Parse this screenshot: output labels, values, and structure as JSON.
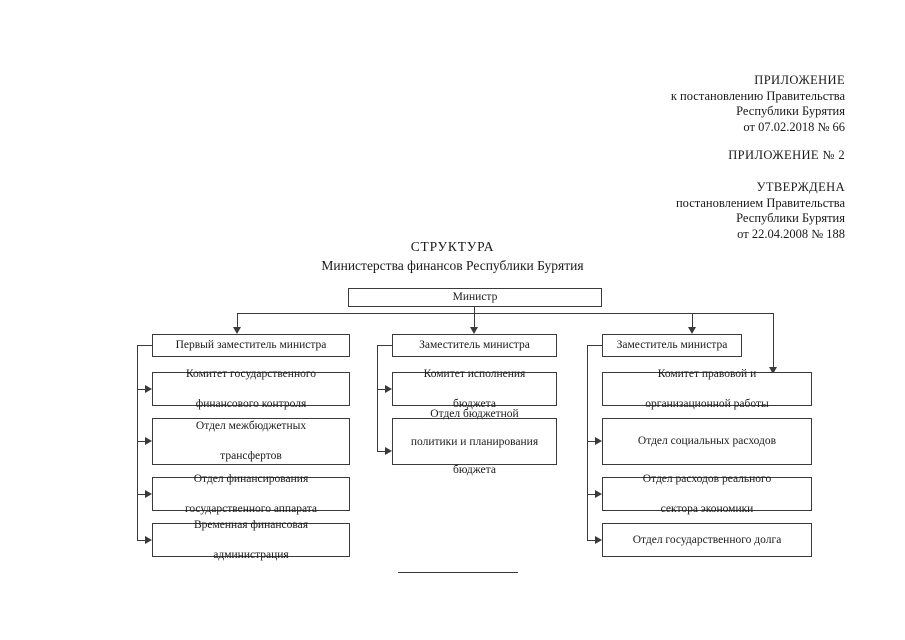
{
  "document": {
    "header_blocks": [
      {
        "name": "appendix-reference",
        "lines": [
          "ПРИЛОЖЕНИЕ",
          "к постановлению Правительства",
          "Республики Бурятия",
          "от 07.02.2018  № 66"
        ]
      },
      {
        "name": "appendix-number",
        "lines": [
          "ПРИЛОЖЕНИЕ № 2"
        ]
      },
      {
        "name": "approval-reference",
        "lines": [
          "УТВЕРЖДЕНА",
          "постановлением Правительства",
          "Республики Бурятия",
          "от 22.04.2008 № 188"
        ]
      }
    ],
    "title": {
      "line1": "СТРУКТУРА",
      "line2": "Министерства финансов Республики Бурятия"
    }
  },
  "chart_data": {
    "type": "diagram",
    "title": "СТРУКТУРА Министерства финансов Республики Бурятия",
    "orientation": "top-down",
    "root": {
      "id": "minister",
      "label": "Министр"
    },
    "columns": [
      {
        "id": "column-1",
        "head": {
          "id": "first-deputy",
          "label": "Первый заместитель министра"
        },
        "children": [
          {
            "id": "committee-state-financial-control",
            "label": "Комитет государственного финансового контроля"
          },
          {
            "id": "department-interbudget-transfers",
            "label": "Отдел межбюджетных трансфертов"
          },
          {
            "id": "department-state-apparatus-financing",
            "label": "Отдел финансирования государственного аппарата"
          },
          {
            "id": "temporary-financial-administration",
            "label": "Временная финансовая администрация"
          }
        ]
      },
      {
        "id": "column-2",
        "head": {
          "id": "deputy-2",
          "label": "Заместитель министра"
        },
        "children": [
          {
            "id": "committee-budget-execution",
            "label": "Комитет исполнения бюджета"
          },
          {
            "id": "department-budget-policy-planning",
            "label": "Отдел бюджетной политики и планирования бюджета"
          }
        ]
      },
      {
        "id": "column-3",
        "head": {
          "id": "deputy-3",
          "label": "Заместитель министра"
        },
        "children": [
          {
            "id": "committee-legal-organizational-work",
            "label": "Комитет правовой и организационной работы"
          },
          {
            "id": "department-social-expenditures",
            "label": "Отдел социальных расходов"
          },
          {
            "id": "department-real-sector-expenditures",
            "label": "Отдел расходов реального сектора экономики"
          },
          {
            "id": "department-state-debt",
            "label": "Отдел государственного долга"
          }
        ]
      }
    ],
    "nodes": {
      "minister": {
        "label": "Министр"
      },
      "first_deputy": {
        "label": "Первый заместитель министра"
      },
      "deputy_2": {
        "label": "Заместитель министра"
      },
      "deputy_3": {
        "label": "Заместитель министра"
      },
      "c1_b1_line1": "Комитет государственного",
      "c1_b1_line2": "финансового контроля",
      "c1_b2_line1": "Отдел межбюджетных",
      "c1_b2_line2": "трансфертов",
      "c1_b3_line1": "Отдел финансирования",
      "c1_b3_line2": "государственного аппарата",
      "c1_b4_line1": "Временная финансовая",
      "c1_b4_line2": "администрация",
      "c2_b1_line1": "Комитет исполнения",
      "c2_b1_line2": "бюджета",
      "c2_b2_line1": "Отдел бюджетной",
      "c2_b2_line2": "политики и планирования",
      "c2_b2_line3": "бюджета",
      "c3_b1_line1": "Комитет правовой и",
      "c3_b1_line2": "организационной работы",
      "c3_b2_line1": "Отдел социальных расходов",
      "c3_b3_line1": "Отдел расходов реального",
      "c3_b3_line2": "сектора экономики",
      "c3_b4_line1": "Отдел государственного долга"
    },
    "colors": {
      "line": "#3a3a3a",
      "box_fill": "#ffffff",
      "text": "#1a1a1a"
    }
  }
}
